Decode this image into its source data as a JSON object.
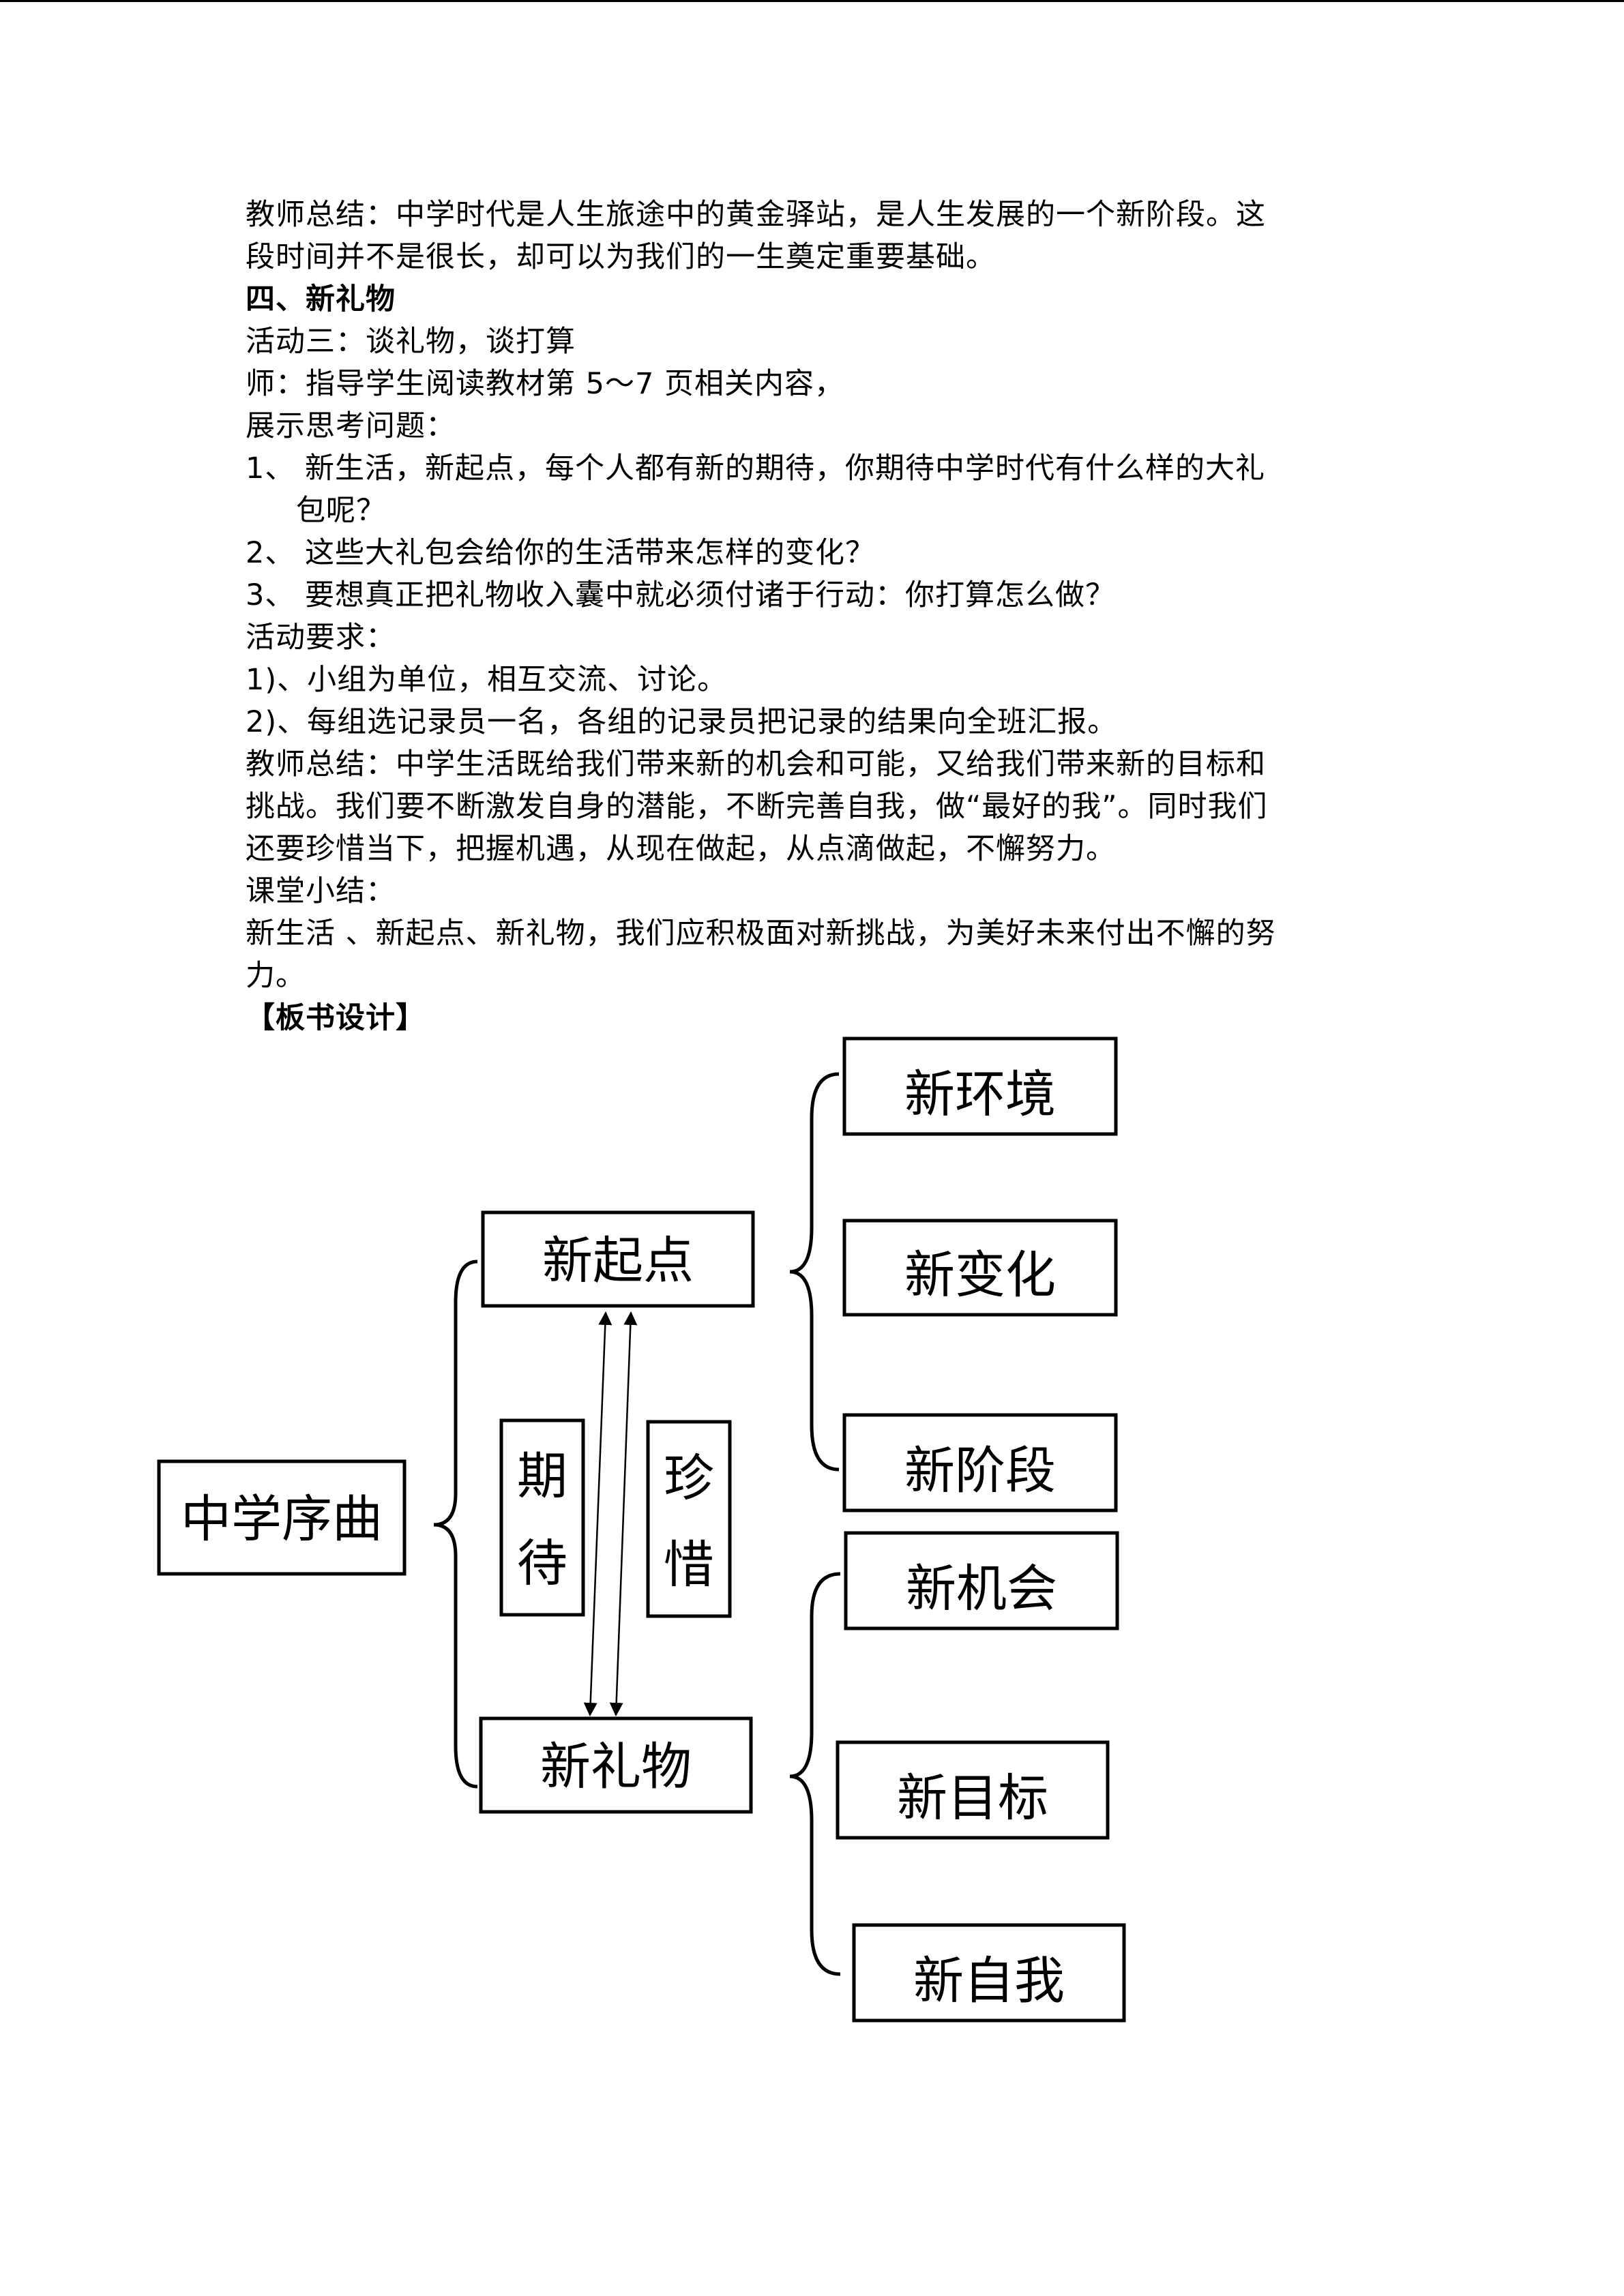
{
  "paragraphs": [
    {
      "text": "教师总结：中学时代是人生旅途中的黄金驿站，是人生发展的一个新阶段。这",
      "bold": false
    },
    {
      "text": "段时间并不是很长，却可以为我们的一生奠定重要基础。",
      "bold": false
    },
    {
      "text": "四、新礼物",
      "bold": true
    },
    {
      "text": "活动三：谈礼物，谈打算",
      "bold": false
    },
    {
      "text": "师：指导学生阅读教材第 5～7 页相关内容，",
      "bold": false
    },
    {
      "text": "展示思考问题：",
      "bold": false
    },
    {
      "text": "1、 新生活，新起点，每个人都有新的期待，你期待中学时代有什么样的大礼",
      "bold": false
    },
    {
      "text": "包呢？",
      "bold": false,
      "indent": true
    },
    {
      "text": "2、 这些大礼包会给你的生活带来怎样的变化？",
      "bold": false
    },
    {
      "text": "3、 要想真正把礼物收入囊中就必须付诸于行动：你打算怎么做？",
      "bold": false
    },
    {
      "text": "活动要求：",
      "bold": false
    },
    {
      "text": "1)、小组为单位，相互交流、讨论。",
      "bold": false
    },
    {
      "text": "2)、每组选记录员一名，各组的记录员把记录的结果向全班汇报。",
      "bold": false
    },
    {
      "text": "教师总结：中学生活既给我们带来新的机会和可能，又给我们带来新的目标和",
      "bold": false
    },
    {
      "text": "挑战。我们要不断激发自身的潜能，不断完善自我，做“最好的我”。同时我们",
      "bold": false
    },
    {
      "text": "还要珍惜当下，把握机遇，从现在做起，从点滴做起，不懈努力。",
      "bold": false
    },
    {
      "text": "课堂小结：",
      "bold": false
    },
    {
      "text": "新生活 、新起点、新礼物，我们应积极面对新挑战，为美好未来付出不懈的努",
      "bold": false
    },
    {
      "text": "力。",
      "bold": false
    },
    {
      "text": "【板书设计】",
      "bold": true
    }
  ],
  "diagram": {
    "root": "中学序曲",
    "start": "新起点",
    "gift": "新礼物",
    "expect_1": "期",
    "expect_2": "待",
    "cherish_1": "珍",
    "cherish_2": "惜",
    "start_items": [
      "新环境",
      "新变化",
      "新阶段"
    ],
    "gift_items": [
      "新机会",
      "新目标",
      "新自我"
    ]
  }
}
